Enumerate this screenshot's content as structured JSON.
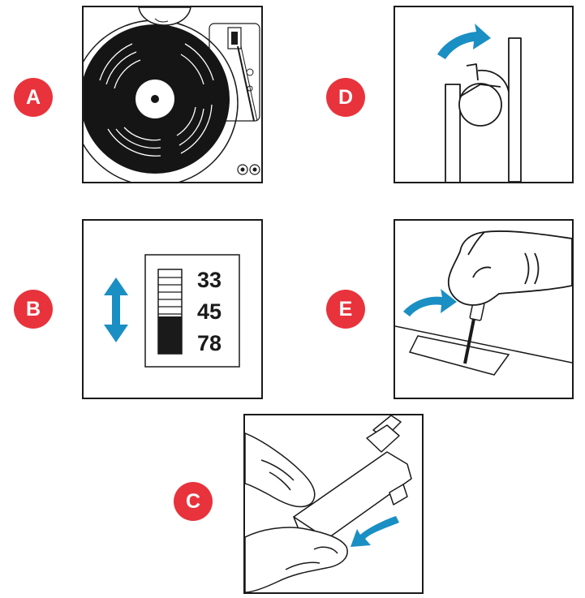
{
  "steps": {
    "a": {
      "badge": "A"
    },
    "b": {
      "badge": "B",
      "speeds": [
        "33",
        "45",
        "78"
      ],
      "selected_speed": "78"
    },
    "c": {
      "badge": "C"
    },
    "d": {
      "badge": "D"
    },
    "e": {
      "badge": "E"
    }
  },
  "colors": {
    "badge": "#e8333c",
    "arrow": "#1a8fc4",
    "line": "#1a1a1a"
  }
}
